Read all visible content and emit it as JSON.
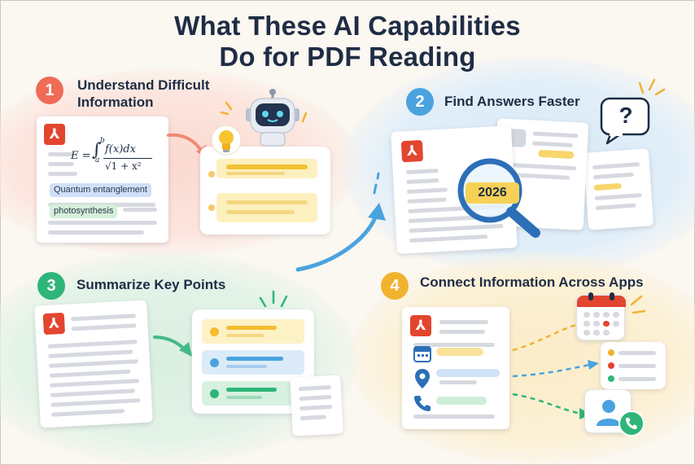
{
  "title": {
    "line1": "What These AI Capabilities",
    "line2": "Do for PDF Reading"
  },
  "sections": [
    {
      "number": "1",
      "heading_line1": "Understand Difficult",
      "heading_line2": "Information",
      "color": "#f06b55"
    },
    {
      "number": "2",
      "heading_line1": "Find Answers Faster",
      "color": "#4aa3df"
    },
    {
      "number": "3",
      "heading_line1": "Summarize Key Points",
      "color": "#2fb57a"
    },
    {
      "number": "4",
      "heading_line1": "Connect Information Across Apps",
      "color": "#f1b22e"
    }
  ],
  "formula": {
    "lhs": "E =",
    "integral": "∫",
    "upper": "b",
    "lower": "a",
    "numerator": "f(x)dx",
    "denominator": "√1 + x²"
  },
  "highlights": {
    "quantum": "Quantum entanglement",
    "photosynthesis": "photosynthesis"
  },
  "search": {
    "year": "2026",
    "question_mark": "?"
  },
  "icons": {
    "pdf": "pdf-icon",
    "robot": "robot-icon",
    "lightbulb": "lightbulb-icon",
    "magnifier": "magnifier-icon",
    "question": "question-bubble-icon",
    "calendar": "calendar-icon",
    "location": "location-pin-icon",
    "phone": "phone-icon",
    "contact": "contact-card-icon"
  },
  "colors": {
    "navy": "#1f2d45",
    "red": "#e3452f",
    "blue": "#4aa3df",
    "green": "#2fb57a",
    "yellow": "#f1b22e"
  }
}
